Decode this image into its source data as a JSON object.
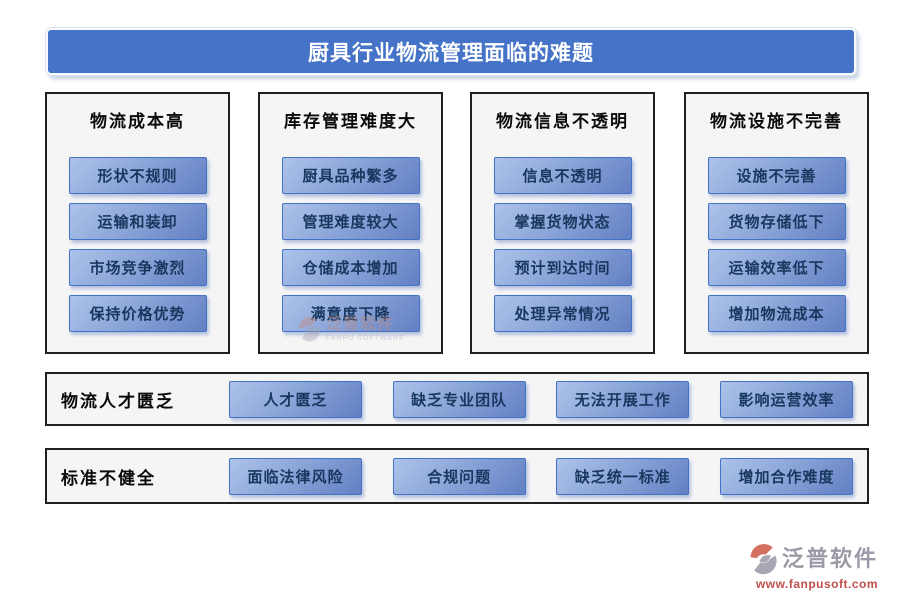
{
  "header": {
    "title": "厨具行业物流管理面临的难题"
  },
  "columns": [
    {
      "title": "物流成本高",
      "items": [
        "形状不规则",
        "运输和装卸",
        "市场竞争激烈",
        "保持价格优势"
      ]
    },
    {
      "title": "库存管理难度大",
      "items": [
        "厨具品种繁多",
        "管理难度较大",
        "仓储成本增加",
        "满意度下降"
      ]
    },
    {
      "title": "物流信息不透明",
      "items": [
        "信息不透明",
        "掌握货物状态",
        "预计到达时间",
        "处理异常情况"
      ]
    },
    {
      "title": "物流设施不完善",
      "items": [
        "设施不完善",
        "货物存储低下",
        "运输效率低下",
        "增加物流成本"
      ]
    }
  ],
  "rows": [
    {
      "title": "物流人才匮乏",
      "items": [
        "人才匮乏",
        "缺乏专业团队",
        "无法开展工作",
        "影响运营效率"
      ]
    },
    {
      "title": "标准不健全",
      "items": [
        "面临法律风险",
        "合规问题",
        "缺乏统一标准",
        "增加合作难度"
      ]
    }
  ],
  "watermark": {
    "brand": "泛普软件",
    "subtitle": "FANPU SOFTWARE"
  },
  "footer": {
    "brand": "泛普软件",
    "url": "www.fanpusoft.com"
  },
  "colors": {
    "accent_blue": "#4573C7",
    "button_border": "#4472C4",
    "button_text_navy": "#17375E",
    "brand_gray": "#9B9BA8",
    "url_red": "#C0504D"
  }
}
